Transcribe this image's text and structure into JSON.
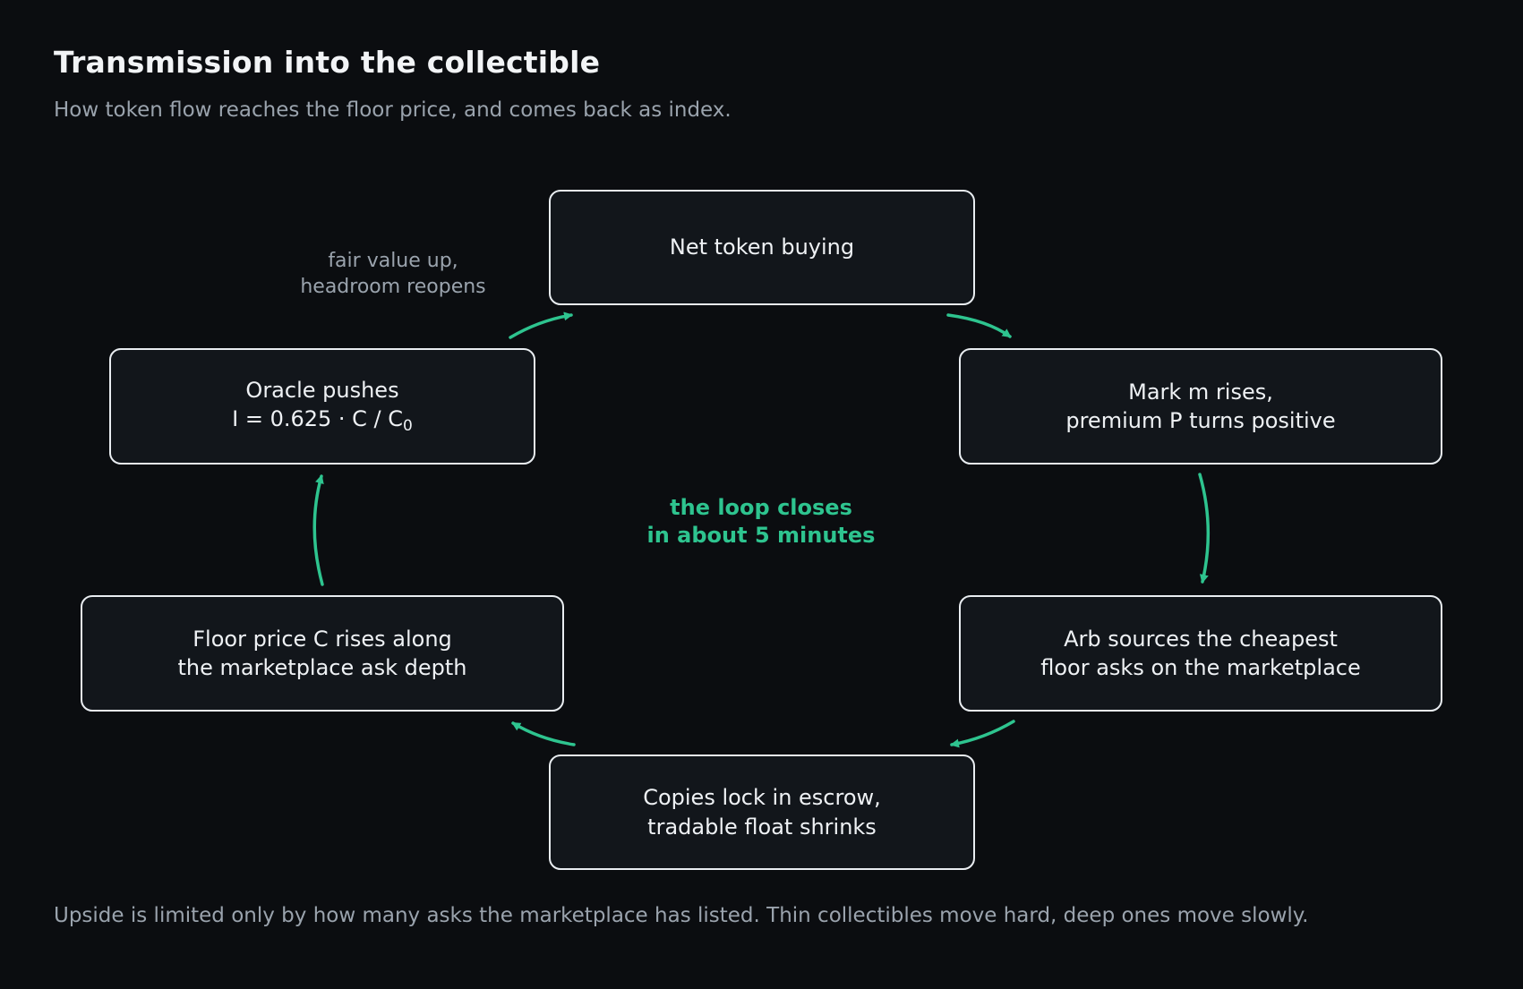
{
  "title": "Transmission into the collectible",
  "subtitle": "How token flow reaches the floor price, and comes back as index.",
  "nodes": {
    "net_token_buying": {
      "line1": "Net token buying"
    },
    "mark_rises": {
      "line1": "Mark m rises,",
      "line2": "premium P turns positive"
    },
    "arb_sources": {
      "line1": "Arb sources the cheapest",
      "line2": "floor asks on the marketplace"
    },
    "copies_lock": {
      "line1": "Copies lock in escrow,",
      "line2": "tradable float shrinks"
    },
    "floor_price_rises": {
      "line1": "Floor price C rises along",
      "line2": "the marketplace ask depth"
    },
    "oracle_pushes": {
      "line1": "Oracle pushes",
      "line2_main": "I = 0.625 · C / C",
      "line2_sub": "0"
    }
  },
  "edge_label": {
    "line1": "fair value up,",
    "line2": "headroom reopens"
  },
  "center_label": {
    "line1": "the loop closes",
    "line2": "in about 5 minutes"
  },
  "footer": "Upside is limited only by how many asks the marketplace has listed. Thin collectibles move hard, deep ones move slowly.",
  "colors": {
    "background": "#0b0d10",
    "node_border": "#e9edf1",
    "node_fill": "#12161b",
    "accent": "#2ec48f",
    "muted_text": "#9aa3ad"
  }
}
